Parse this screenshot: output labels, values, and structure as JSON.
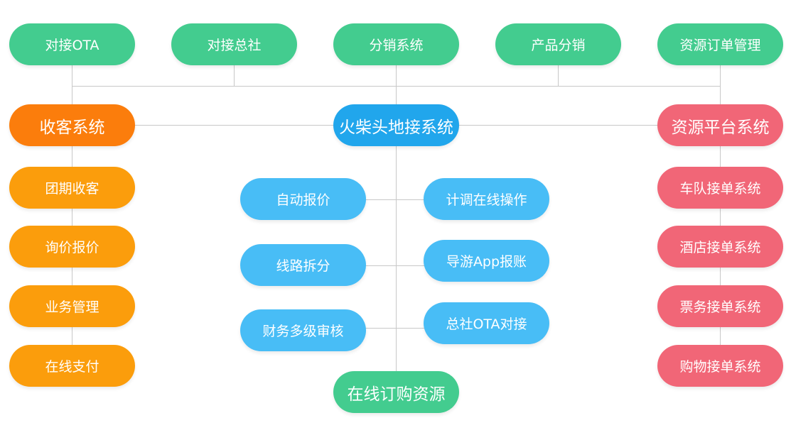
{
  "colors": {
    "green": "#43cc8f",
    "orange_main": "#fb7d0c",
    "orange": "#fb9d0c",
    "blue_main": "#21a6ec",
    "blue": "#48bdf6",
    "red": "#f16677",
    "connector": "#c8c8c8"
  },
  "top_row": [
    "对接OTA",
    "对接总社",
    "分销系统",
    "产品分销",
    "资源订单管理"
  ],
  "center": {
    "title": "火柴头地接系统",
    "left_items": [
      "自动报价",
      "线路拆分",
      "财务多级审核"
    ],
    "right_items": [
      "计调在线操作",
      "导游App报账",
      "总社OTA对接"
    ],
    "bottom": "在线订购资源"
  },
  "left": {
    "title": "收客系统",
    "items": [
      "团期收客",
      "询价报价",
      "业务管理",
      "在线支付"
    ]
  },
  "right": {
    "title": "资源平台系统",
    "items": [
      "车队接单系统",
      "酒店接单系统",
      "票务接单系统",
      "购物接单系统"
    ]
  }
}
